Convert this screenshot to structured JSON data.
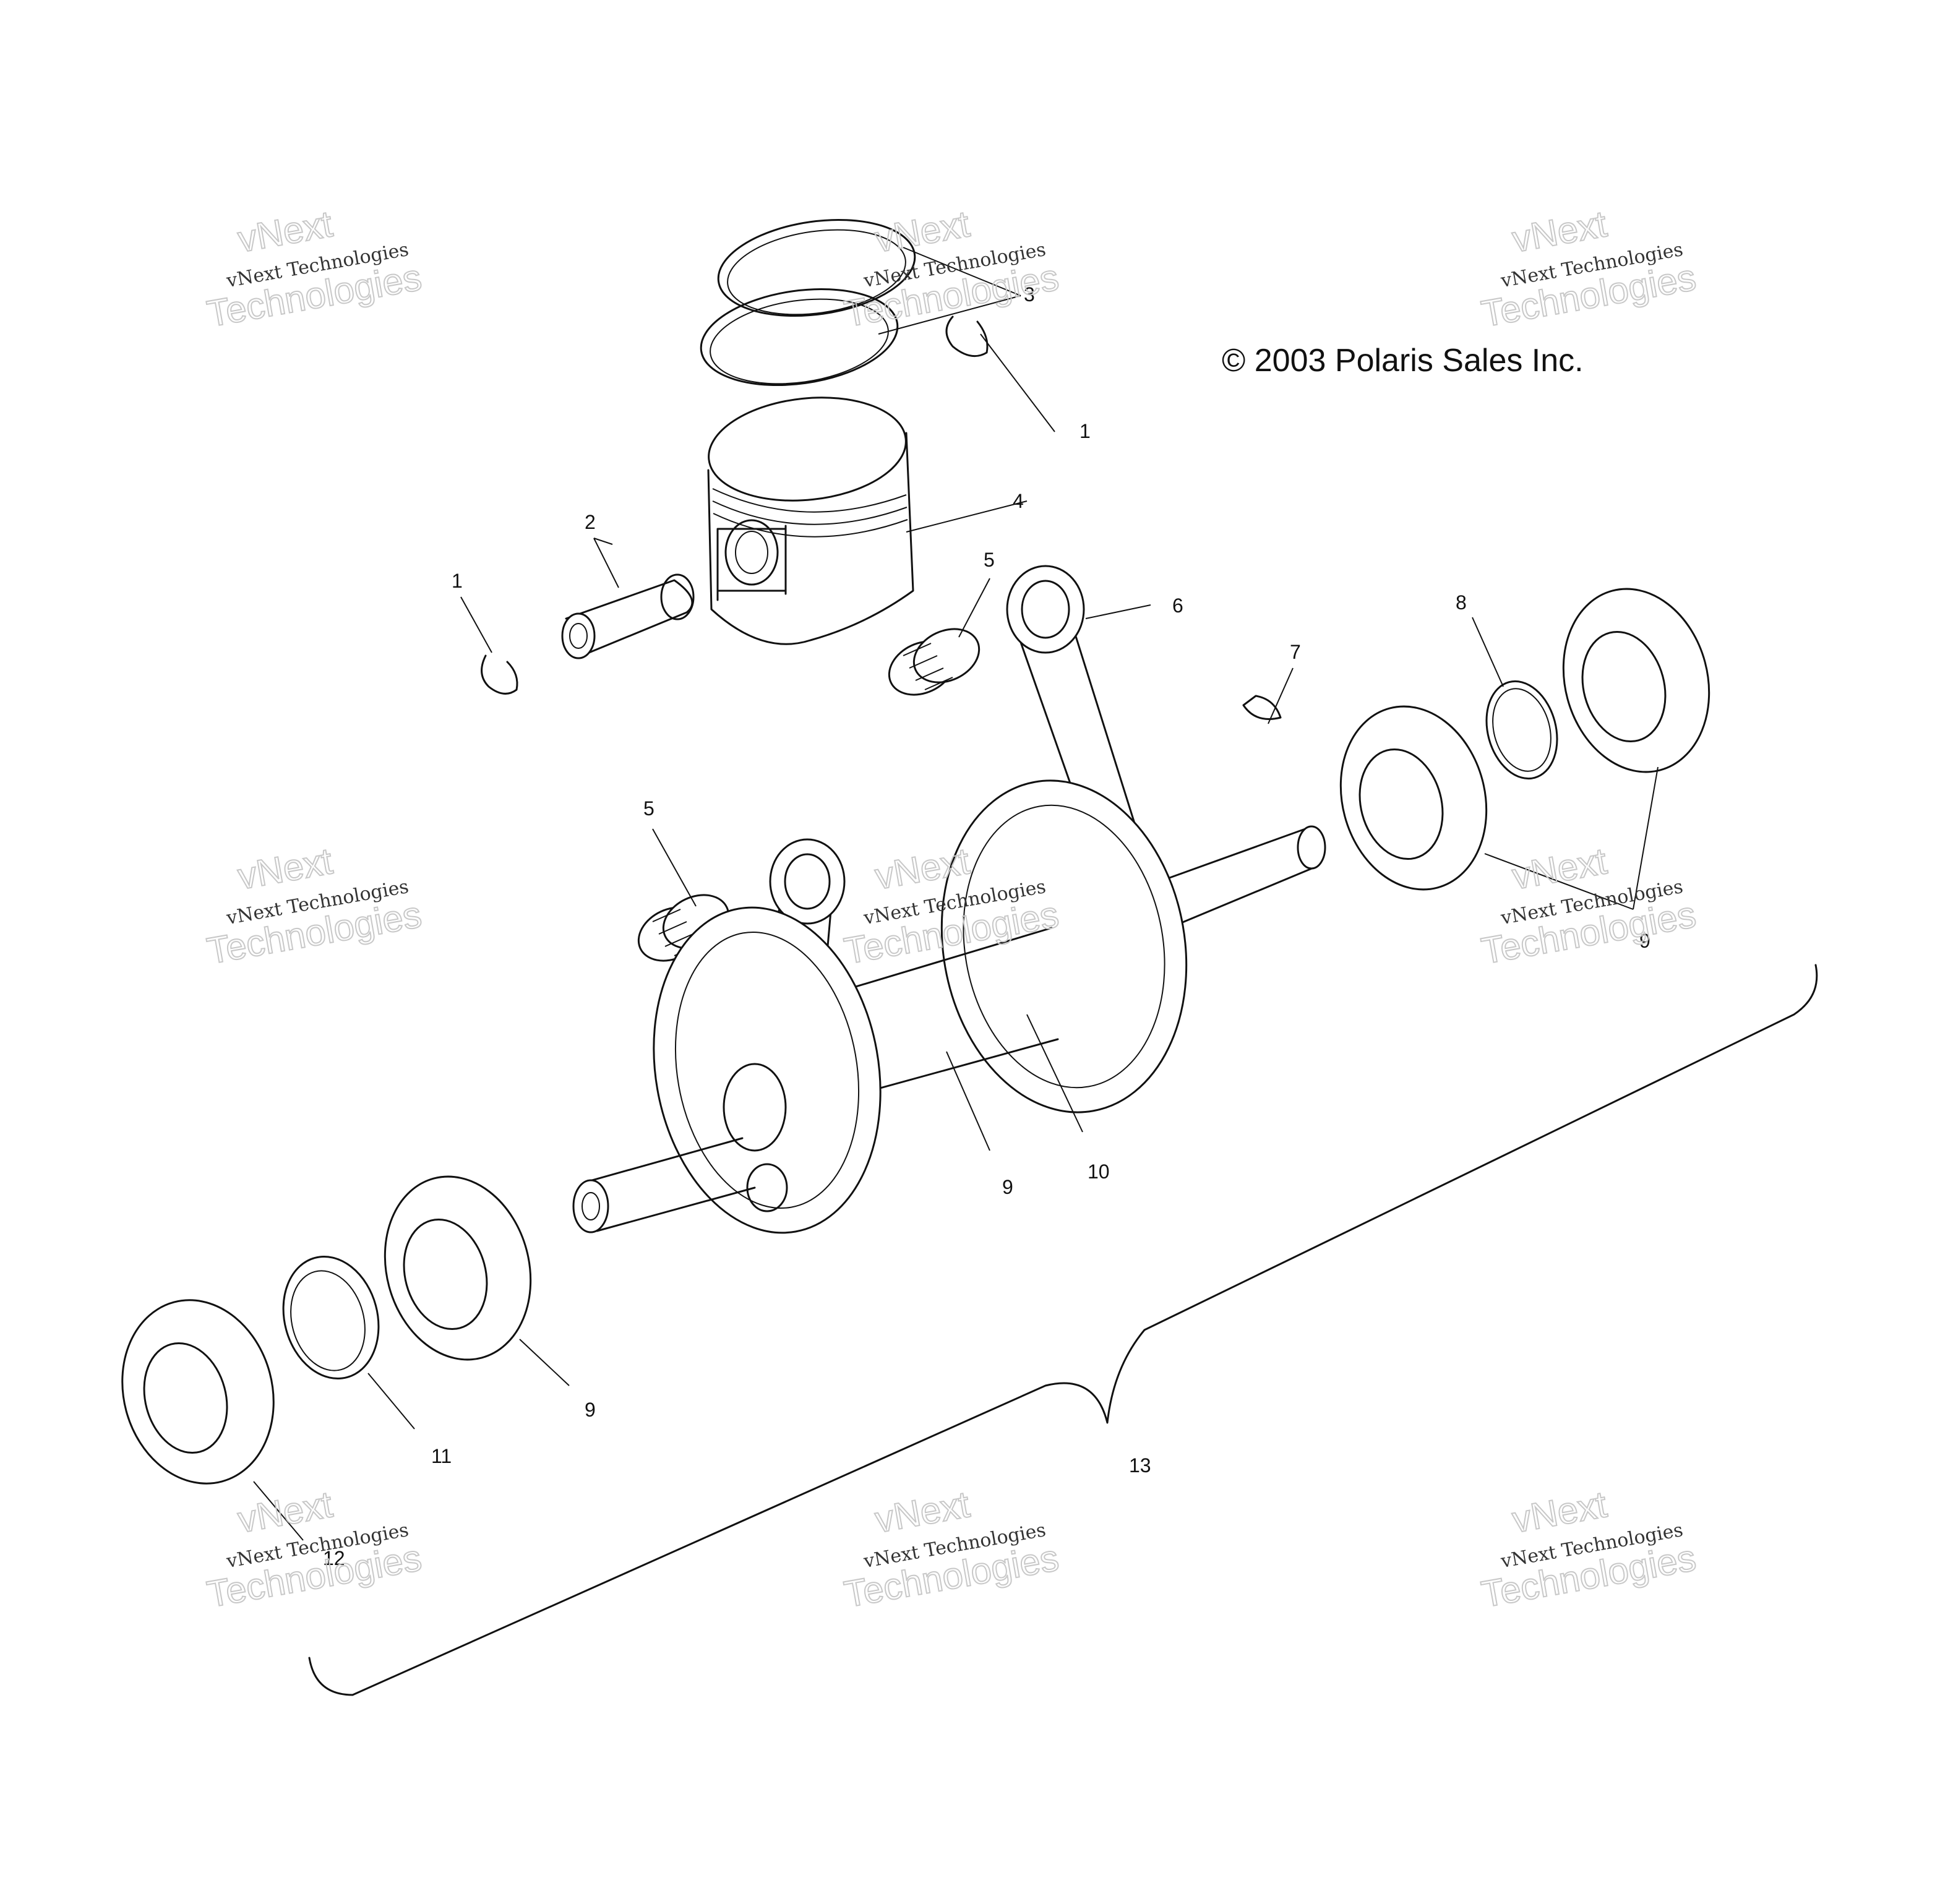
{
  "copyright": "© 2003 Polaris Sales Inc.",
  "watermark": {
    "line_small": "vNext Technologies",
    "big_top": "vNext",
    "big_bottom": "Technologies"
  },
  "callouts": [
    "1",
    "1",
    "2",
    "3",
    "4",
    "5",
    "5",
    "6",
    "7",
    "8",
    "9",
    "9",
    "9",
    "10",
    "11",
    "12",
    "13"
  ]
}
